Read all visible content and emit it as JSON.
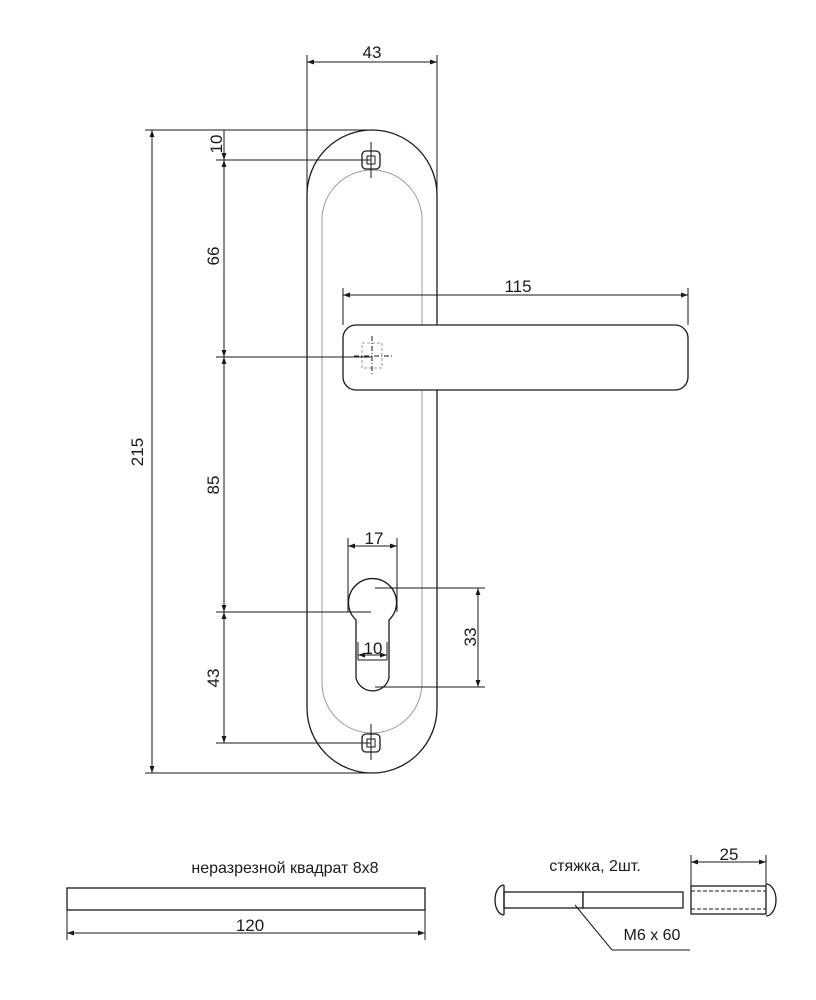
{
  "dimensions": {
    "plate_width": "43",
    "top_hole_offset": "10",
    "hole_to_spindle": "66",
    "total_height": "215",
    "spindle_to_cylinder": "85",
    "cylinder_to_bottom_hole": "43",
    "handle_length": "115",
    "cylinder_width": "17",
    "cylinder_slot_width": "10",
    "cylinder_height": "33"
  },
  "parts": {
    "square_title": "неразрезной квадрат 8х8",
    "square_length": "120",
    "screws_title": "стяжка, 2шт.",
    "screw_spec": "М6 х 60",
    "sleeve_length": "25"
  },
  "colors": {
    "line": "#1a1a1a",
    "inner_line": "#9a9a9a"
  }
}
